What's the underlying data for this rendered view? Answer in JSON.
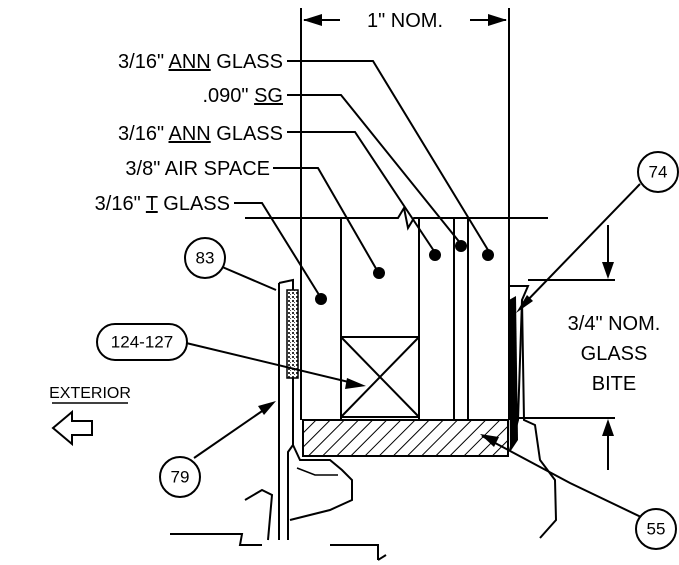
{
  "dimensions": {
    "width_label": "1\" NOM.",
    "bite_line1": "3/4\" NOM.",
    "bite_line2": "GLASS",
    "bite_line3": "BITE"
  },
  "layer_labels": [
    {
      "prefix": "3/16\" ",
      "underlined": "ANN",
      "suffix": " GLASS"
    },
    {
      "prefix": ".090\" ",
      "underlined": "SG",
      "suffix": ""
    },
    {
      "prefix": "3/16\" ",
      "underlined": "ANN",
      "suffix": " GLASS"
    },
    {
      "prefix": "3/8\" AIR SPACE",
      "underlined": "",
      "suffix": ""
    },
    {
      "prefix": "3/16\" ",
      "underlined": "T",
      "suffix": " GLASS"
    }
  ],
  "exterior_label": "EXTERIOR",
  "callouts": [
    "74",
    "83",
    "124-127",
    "79",
    "55"
  ],
  "colors": {
    "ink": "#000000",
    "background": "#ffffff"
  }
}
